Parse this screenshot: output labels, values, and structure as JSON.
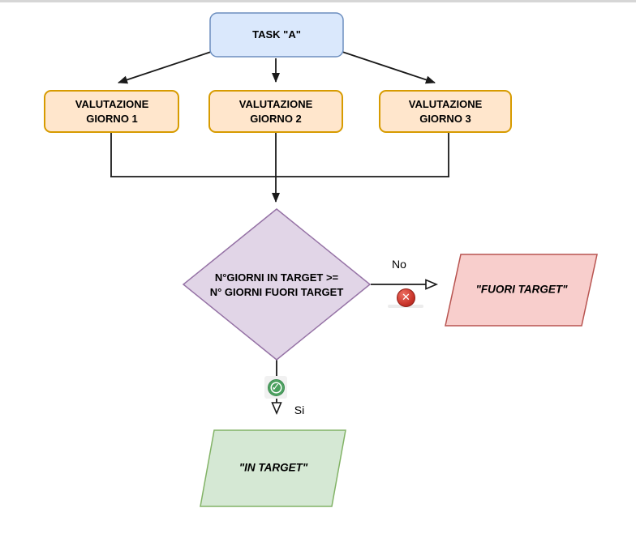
{
  "window": {
    "top_bar_color": "#d6d6d6"
  },
  "flow": {
    "task": {
      "label": "TASK \"A\""
    },
    "evaluations": [
      {
        "line1": "VALUTAZIONE",
        "line2": "GIORNO 1"
      },
      {
        "line1": "VALUTAZIONE",
        "line2": "GIORNO 2"
      },
      {
        "line1": "VALUTAZIONE",
        "line2": "GIORNO 3"
      }
    ],
    "decision": {
      "line1": "N°GIORNI IN TARGET >=",
      "line2": "N° GIORNI FUORI TARGET"
    },
    "no_branch": {
      "label": "No",
      "icon": "cross-mark-icon",
      "glyph": "✕",
      "result": "\"FUORI TARGET\""
    },
    "si_branch": {
      "label": "Si",
      "icon": "check-mark-icon",
      "glyph": "✓",
      "result": "\"IN TARGET\""
    }
  },
  "colors": {
    "task-fill": "#dae8fc",
    "task-stroke": "#6c8ebf",
    "eval-fill": "#ffe6cc",
    "eval-stroke": "#d79b00",
    "decision-fill": "#e1d5e7",
    "decision-stroke": "#9673a6",
    "fuori-fill": "#f8cecc",
    "fuori-stroke": "#b85450",
    "in-fill": "#d5e8d4",
    "in-stroke": "#82b366",
    "edge": "#1a1a1a",
    "cross-red": "#c9342a",
    "check-green": "#4aa05e"
  }
}
